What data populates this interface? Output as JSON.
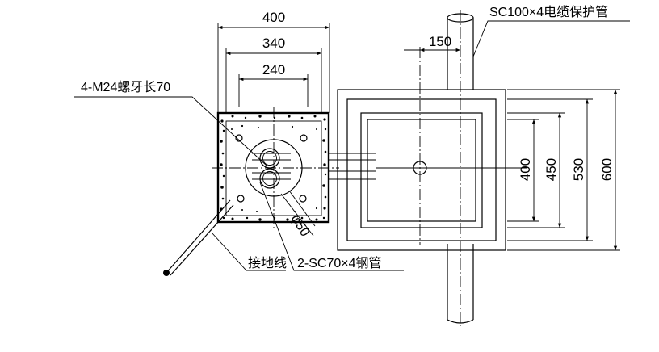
{
  "dimensions": {
    "width_400": "400",
    "width_340": "340",
    "width_240": "240",
    "offset_150": "150",
    "height_400": "400",
    "height_450": "450",
    "height_530": "530",
    "height_600": "600",
    "diameter_50": "φ50"
  },
  "labels": {
    "bolts": "4-M24螺牙长70",
    "cable_pipe": "SC100×4电缆保护管",
    "grounding": "接地线",
    "steel_pipe": "2-SC70×4钢管"
  }
}
